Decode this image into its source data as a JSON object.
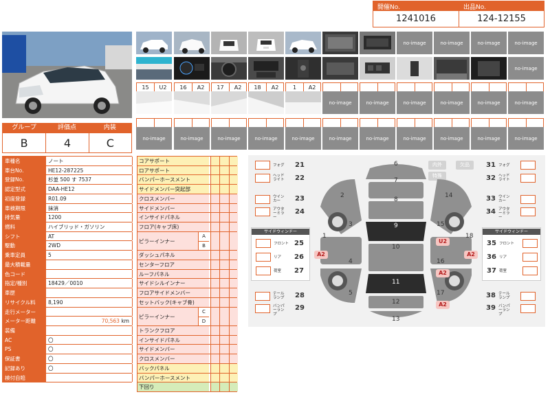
{
  "header": {
    "lot_label": "開催No.",
    "lot_value": "1241016",
    "entry_label": "出品No.",
    "entry_value": "124-12155"
  },
  "photos": {
    "main_alt": "car-photo",
    "no_image_text": "no-image",
    "badges": [
      {
        "num": "15",
        "code": "U2"
      },
      {
        "num": "16",
        "code": "A2"
      },
      {
        "num": "17",
        "code": "A2"
      },
      {
        "num": "18",
        "code": "A2"
      },
      {
        "num": "1",
        "code": "A2"
      }
    ]
  },
  "grade": {
    "group_label": "グループ",
    "group_value": "B",
    "rating_label": "評価点",
    "rating_value": "4",
    "interior_label": "内装",
    "interior_value": "C"
  },
  "spec": [
    {
      "k": "車種名",
      "v": "ノート"
    },
    {
      "k": "車台No.",
      "v": "HE12-287225"
    },
    {
      "k": "登録No.",
      "v": "杉並 500 す 7537"
    },
    {
      "k": "認定型式",
      "v": "DAA-HE12"
    },
    {
      "k": "初度登録",
      "v": "R01.09"
    },
    {
      "k": "車検期限",
      "v": "抹消"
    },
    {
      "k": "排気量",
      "v": "1200"
    },
    {
      "k": "燃料",
      "v": "ハイブリッド・ガソリン"
    },
    {
      "k": "シフト",
      "v": "AT"
    },
    {
      "k": "駆動",
      "v": "2WD"
    },
    {
      "k": "乗車定員",
      "v": "5"
    },
    {
      "k": "最大積載量",
      "v": ""
    },
    {
      "k": "色コード",
      "v": ""
    },
    {
      "k": "指定/種別",
      "v": "18429／0010"
    },
    {
      "k": "車歴",
      "v": ""
    },
    {
      "k": "リサイクル料",
      "v": "8,190"
    },
    {
      "k": "走行メーター",
      "v": ""
    },
    {
      "k": "メーター距離",
      "v": "70,563",
      "unit": "km"
    },
    {
      "k": "装備",
      "v": ""
    },
    {
      "k": "AC",
      "v": "〇"
    },
    {
      "k": "PS",
      "v": "〇"
    },
    {
      "k": "保証書",
      "v": "〇"
    },
    {
      "k": "記録あり",
      "v": "〇"
    },
    {
      "k": "検付自賠",
      "v": ""
    }
  ],
  "frame": {
    "rows": [
      "コアサポート",
      "ロアサポート",
      "バンパーホースメント",
      "サイドメンバー突起部",
      "クロスメンバー",
      "サイドメンバー",
      "インサイドパネル",
      "フロア(キャブ床)",
      "ピラーインナー",
      "",
      "ダッシュパネル",
      "センターフロア",
      "ルーフパネル",
      "サイドシルインナー",
      "フロアサイドメンバー",
      "セットバック(キャブ骨)",
      "ピラーインナー",
      "",
      "トランクフロア",
      "インサイドパネル",
      "サイドメンバー",
      "クロスメンバー",
      "バックパネル",
      "バンパーホースメント",
      "下回り"
    ],
    "sub_a": "A",
    "sub_b": "B",
    "sub_c": "C",
    "sub_d": "D"
  },
  "diagram": {
    "tab_inout": "内外",
    "tab_missing": "欠品",
    "tab_special": "特殊",
    "left_items": [
      {
        "label": "フォグ",
        "num": "21"
      },
      {
        "label": "ヘッドライト",
        "num": "22"
      },
      {
        "label": "ウインカー",
        "num": "23"
      },
      {
        "label": "アウターミラー",
        "num": "24"
      },
      {
        "label": "テールランプ",
        "num": "28"
      },
      {
        "label": "バンパーランプ",
        "num": "29"
      }
    ],
    "right_items": [
      {
        "label": "フォグ",
        "num": "31"
      },
      {
        "label": "ヘッドライト",
        "num": "32"
      },
      {
        "label": "ウインカー",
        "num": "33"
      },
      {
        "label": "アウターミラー",
        "num": "34"
      },
      {
        "label": "テールランプ",
        "num": "38"
      },
      {
        "label": "バンパーランプ",
        "num": "39"
      }
    ],
    "side_window_title": "サイドウィンドー",
    "left_windows": [
      {
        "label": "フロント",
        "num": "25"
      },
      {
        "label": "リア",
        "num": "26"
      },
      {
        "label": "荷室",
        "num": "27"
      }
    ],
    "right_windows": [
      {
        "label": "フロント",
        "num": "35"
      },
      {
        "label": "リア",
        "num": "36"
      },
      {
        "label": "荷室",
        "num": "37"
      }
    ],
    "panels": [
      "1",
      "2",
      "3",
      "4",
      "5",
      "6",
      "7",
      "8",
      "9",
      "10",
      "11",
      "12",
      "13",
      "14",
      "15",
      "16",
      "17",
      "18"
    ],
    "damage": [
      {
        "code": "A2",
        "near": "1"
      },
      {
        "code": "U2",
        "near": "15"
      },
      {
        "code": "A2",
        "near": "18"
      },
      {
        "code": "A2",
        "near": "16"
      },
      {
        "code": "A2",
        "near": "17"
      }
    ]
  }
}
